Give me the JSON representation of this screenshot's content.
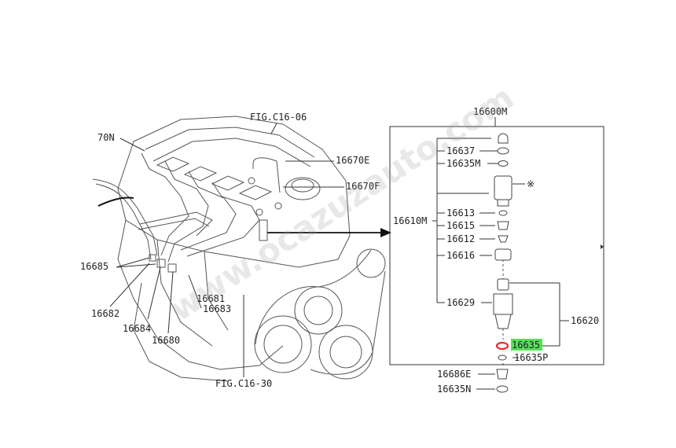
{
  "labels": {
    "fig_top": "FIG.C16-06",
    "fig_bottom": "FIG.C16-30",
    "p70n": "70N",
    "p16670e": "16670E",
    "p16670f": "16670F",
    "p16685": "16685",
    "p16682": "16682",
    "p16684": "16684",
    "p16680": "16680",
    "p16681": "16681",
    "p16683": "16683",
    "p16600m": "16600M",
    "p16610m": "16610M",
    "p16637": "16637",
    "p16635m": "16635M",
    "p16613": "16613",
    "p16615": "16615",
    "p16612": "16612",
    "p16616": "16616",
    "p16629": "16629",
    "p16620": "16620",
    "p16635": "16635",
    "p16635p": "16635P",
    "p16686e": "16686E",
    "p16635n": "16635N",
    "asterisk": "※"
  },
  "watermark": "www.ocazuzauto.com",
  "colors": {
    "highlight": "#56e05a",
    "seal": "#e03030"
  }
}
